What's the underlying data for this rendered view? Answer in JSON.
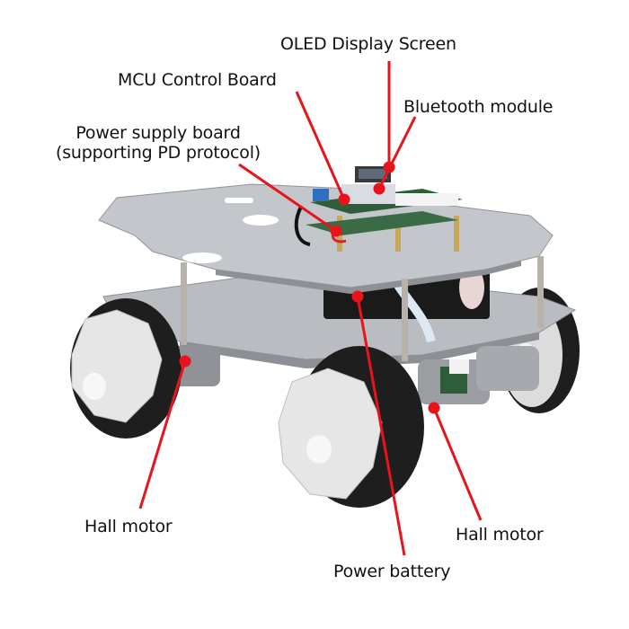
{
  "title": "Mecanum wheel robot car component diagram",
  "colors": {
    "callout_line": "#e8141b",
    "background": "#ffffff",
    "label_text": "#111111",
    "plate": "#b9bcc0",
    "wheel_roller": "#1e1e1e",
    "wheel_plate": "#e6e6e6",
    "motor": "#9a9da1",
    "pcb": "#2f5d3a",
    "battery": "#1a1a1a"
  },
  "callouts": [
    {
      "id": "oled",
      "label": "OLED Display Screen"
    },
    {
      "id": "mcu",
      "label": "MCU Control Board"
    },
    {
      "id": "psu",
      "label_line1": "Power supply board",
      "label_line2": "(supporting PD protocol)"
    },
    {
      "id": "bluetooth",
      "label": "Bluetooth module"
    },
    {
      "id": "hall_left",
      "label": "Hall motor"
    },
    {
      "id": "hall_right",
      "label": "Hall motor"
    },
    {
      "id": "battery",
      "label": "Power battery"
    }
  ]
}
